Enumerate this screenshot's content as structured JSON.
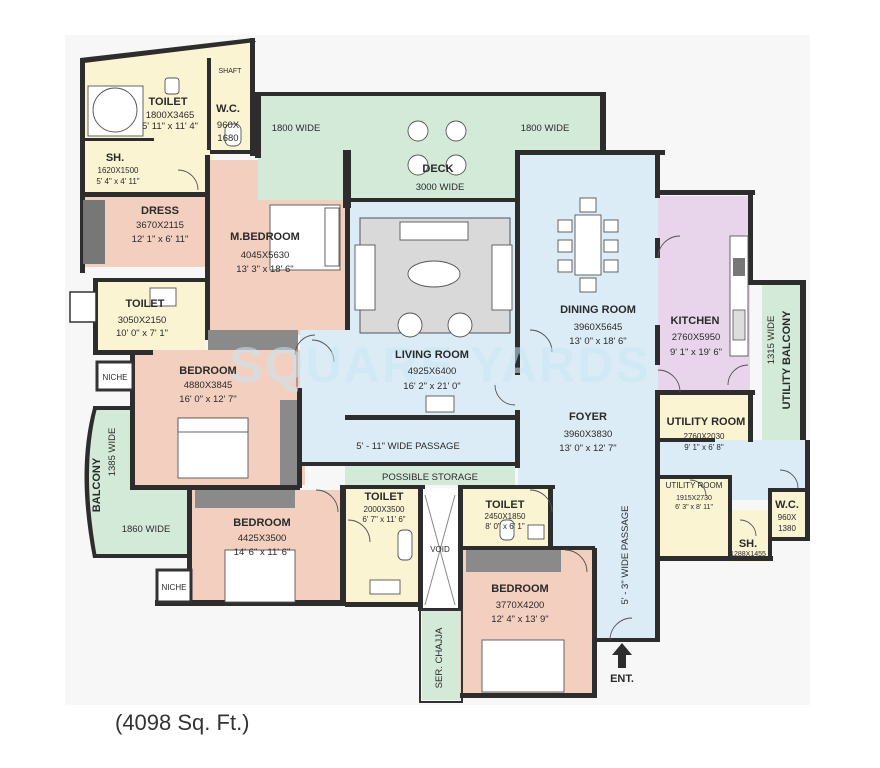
{
  "rooms": {
    "toilet_master": {
      "name": "TOILET",
      "dim": "1800X3465",
      "imp": "5' 11\" x 11' 4\""
    },
    "shaft": {
      "name": "SHAFT"
    },
    "wc_master": {
      "name": "W.C.",
      "dim1": "960X",
      "dim2": "1680"
    },
    "shower_master": {
      "name": "SH.",
      "dim": "1620X1500",
      "imp": "5' 4\" x 4' 11\""
    },
    "dress": {
      "name": "DRESS",
      "dim": "3670X2115",
      "imp": "12' 1\" x 6' 11\""
    },
    "master_bedroom": {
      "name": "M.BEDROOM",
      "dim": "4045X5630",
      "imp": "13' 3\" x 18' 6\""
    },
    "deck": {
      "name": "DECK",
      "wide": "3000 WIDE",
      "left": "1800 WIDE",
      "right": "1800 WIDE"
    },
    "living_room": {
      "name": "LIVING ROOM",
      "dim": "4925X6400",
      "imp": "16' 2\" x 21' 0\""
    },
    "dining_room": {
      "name": "DINING ROOM",
      "dim": "3960X5645",
      "imp": "13' 0\" x 18' 6\""
    },
    "kitchen": {
      "name": "KITCHEN",
      "dim": "2760X5950",
      "imp": "9' 1\" x 19' 6\""
    },
    "utility_balcony": {
      "name": "UTILITY BALCONY",
      "wide": "1315 WIDE"
    },
    "toilet_2": {
      "name": "TOILET",
      "dim": "3050X2150",
      "imp": "10' 0\" x 7' 1\""
    },
    "niche_1": {
      "name": "NICHE"
    },
    "bedroom_1": {
      "name": "BEDROOM",
      "dim": "4880X3845",
      "imp": "16' 0\" x 12' 7\""
    },
    "passage_1": {
      "name": "5' - 11\" WIDE PASSAGE"
    },
    "foyer": {
      "name": "FOYER",
      "dim": "3960X3830",
      "imp": "13' 0\" x 12' 7\""
    },
    "utility_room_1": {
      "name": "UTILITY ROOM",
      "dim": "2760X2030",
      "imp": "9' 1\" x 6' 8\""
    },
    "balcony": {
      "name": "BALCONY",
      "wide": "1385 WIDE",
      "width2": "1860 WIDE"
    },
    "possible_storage": {
      "name": "POSSIBLE STORAGE"
    },
    "toilet_3": {
      "name": "TOILET",
      "dim": "2000X3500",
      "imp": "6' 7\" x 11' 6\""
    },
    "void": {
      "name": "VOID"
    },
    "toilet_4": {
      "name": "TOILET",
      "dim": "2450X1850",
      "imp": "8' 0\" x 6' 1\""
    },
    "utility_room_2": {
      "name": "UTILITY ROOM",
      "dim": "1915X2730",
      "imp": "6' 3\" x 8' 11\""
    },
    "wc_service": {
      "name": "W.C.",
      "dim1": "960X",
      "dim2": "1380"
    },
    "shower_service": {
      "name": "SH.",
      "dim": "1288X1455"
    },
    "bedroom_2": {
      "name": "BEDROOM",
      "dim": "4425X3500",
      "imp": "14' 6\" x 11' 6\""
    },
    "niche_2": {
      "name": "NICHE"
    },
    "bedroom_3": {
      "name": "BEDROOM",
      "dim": "3770X4200",
      "imp": "12' 4\" x 13' 9\""
    },
    "passage_2": {
      "name": "5' - 3\" WIDE PASSAGE"
    },
    "ser_chajja": {
      "name": "SER. CHAJJA"
    }
  },
  "entrance": "ENT.",
  "watermark": "SQUARE YARDS",
  "area_caption": "(4098 Sq. Ft.)",
  "colors": {
    "bedroom": "#f3cfbf",
    "wet": "#fbf4d3",
    "living": "#dcecf6",
    "deck": "#d4ead8",
    "kitchen": "#e8d5ec",
    "wall": "#2d2d2d"
  }
}
